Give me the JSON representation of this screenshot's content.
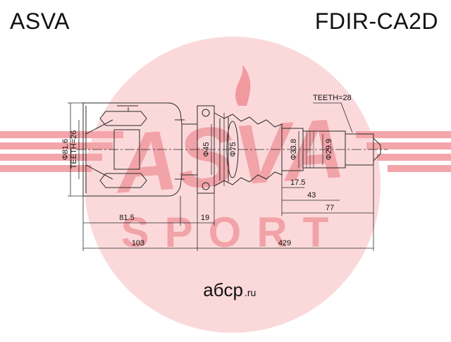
{
  "header": {
    "brand": "ASVA",
    "part_number": "FDIR-CA2D"
  },
  "watermark": {
    "logo_text": "ASVA",
    "sport_text": "SPORT",
    "site_text": "aбcp",
    "site_suffix": ".ru",
    "color": "#f4a5a9"
  },
  "diagram": {
    "teeth_right": "TEETH=28",
    "teeth_left": "TEETH=26",
    "dia_outer": "Φ81.6",
    "dia_45": "Φ45",
    "dia_75": "Φ75",
    "dia_338": "Φ33.8",
    "dia_299": "Φ29.9",
    "len_175": "17.5",
    "len_43": "43",
    "len_77": "77",
    "len_815": "81.5",
    "len_19": "19",
    "len_103": "103",
    "len_429": "429"
  }
}
